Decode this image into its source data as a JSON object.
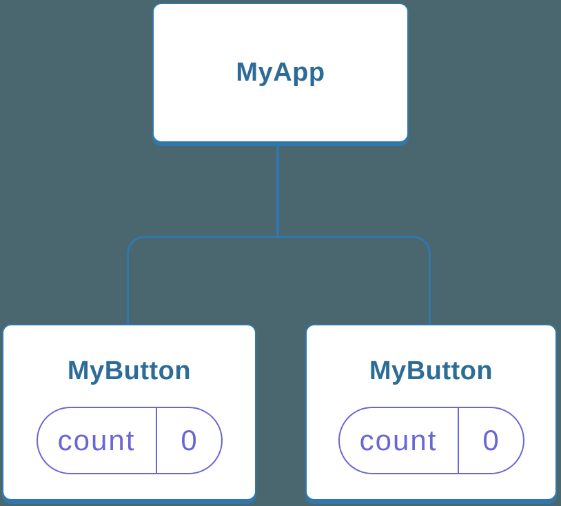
{
  "diagram": {
    "colors": {
      "background": "#4a6770",
      "line": "#3177ab",
      "node_background": "#ffffff",
      "label": "#2c6c97",
      "state": "#6966d6"
    },
    "root": {
      "label": "MyApp"
    },
    "children": [
      {
        "label": "MyButton",
        "state": {
          "key": "count",
          "value": "0"
        }
      },
      {
        "label": "MyButton",
        "state": {
          "key": "count",
          "value": "0"
        }
      }
    ]
  }
}
